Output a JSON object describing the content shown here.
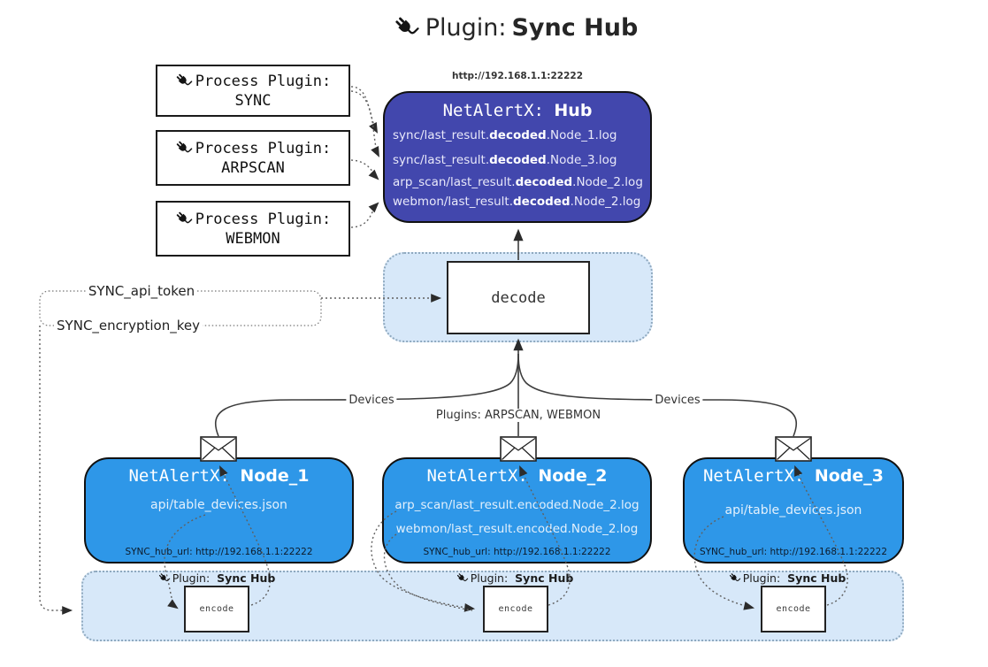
{
  "title": {
    "prefix": "Plugin:",
    "bold": "Sync Hub"
  },
  "process_plugins": [
    {
      "label": "Process Plugin:",
      "name": "SYNC"
    },
    {
      "label": "Process Plugin:",
      "name": "ARPSCAN"
    },
    {
      "label": "Process Plugin:",
      "name": "WEBMON"
    }
  ],
  "hub": {
    "url": "http://192.168.1.1:22222",
    "title_prefix": "NetAlertX:",
    "title_bold": "Hub",
    "logs": [
      {
        "pre": "sync/last_result.",
        "bold": "decoded",
        "post": ".Node_1.log"
      },
      {
        "pre": "sync/last_result.",
        "bold": "decoded",
        "post": ".Node_3.log"
      },
      {
        "pre": "arp_scan/last_result.",
        "bold": "decoded",
        "post": ".Node_2.log"
      },
      {
        "pre": "webmon/last_result.",
        "bold": "decoded",
        "post": ".Node_2.log"
      }
    ]
  },
  "decode": {
    "label": "decode"
  },
  "secrets": {
    "api_token": "SYNC_api_token",
    "encryption_key": "SYNC_encryption_key"
  },
  "edges": {
    "devices_left": "Devices",
    "plugins_mid": "Plugins: ARPSCAN, WEBMON",
    "devices_right": "Devices"
  },
  "nodes": [
    {
      "title_prefix": "NetAlertX:",
      "title_bold": "Node_1",
      "files": [
        "api/table_devices.json"
      ],
      "hub_url": "SYNC_hub_url: http://192.168.1.1:22222"
    },
    {
      "title_prefix": "NetAlertX:",
      "title_bold": "Node_2",
      "files": [
        "arp_scan/last_result.encoded.Node_2.log",
        "webmon/last_result.encoded.Node_2.log"
      ],
      "hub_url": "SYNC_hub_url: http://192.168.1.1:22222"
    },
    {
      "title_prefix": "NetAlertX:",
      "title_bold": "Node_3",
      "files": [
        "api/table_devices.json"
      ],
      "hub_url": "SYNC_hub_url: http://192.168.1.1:22222"
    }
  ],
  "encoders": [
    {
      "label_prefix": "Plugin:",
      "label_bold": "Sync Hub",
      "box": "encode"
    },
    {
      "label_prefix": "Plugin:",
      "label_bold": "Sync Hub",
      "box": "encode"
    },
    {
      "label_prefix": "Plugin:",
      "label_bold": "Sync Hub",
      "box": "encode"
    }
  ],
  "icons": {
    "plug": "plug-icon",
    "envelope": "envelope-icon"
  },
  "colors": {
    "hub_bg": "#4247ad",
    "hub_text": "#e9e9fa",
    "node_bg": "#2e97e8",
    "node_text": "#e3f0fc",
    "node_url_text": "#0d1b2a",
    "container_bg": "#d7e8f9",
    "container_border": "#8fa9bf",
    "box_border": "#1a1a1a",
    "line": "#3d3d3d",
    "dotted": "#606060",
    "label_text": "#2a2a2a",
    "canvas_bg": "#ffffff"
  }
}
